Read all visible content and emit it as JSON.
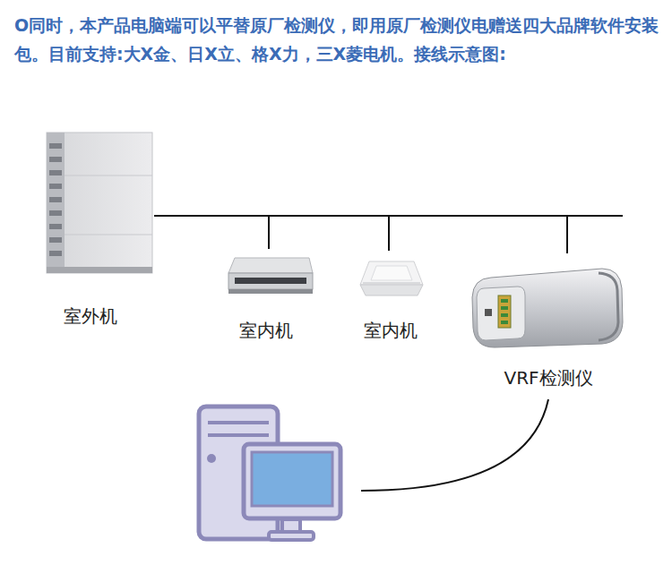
{
  "diagram": {
    "title": "O同时，本产品电脑端可以平替原厂检测仪，即用原厂检测仪电赠送四大品牌软件安装包。目前支持:大X金、日X立、格X力，三X菱电机。接线示意图:",
    "nodes": [
      {
        "text": [
          "室外机"
        ]
      },
      {
        "text": [
          "室内机"
        ]
      },
      {
        "text": [
          "室内机"
        ]
      },
      {
        "text": [
          "VRF检测仪"
        ]
      }
    ],
    "edges": [
      {
        "from": 0,
        "to": 1,
        "arrow": "none"
      },
      {
        "from": 0,
        "to": 2,
        "arrow": "none"
      },
      {
        "from": 0,
        "to": 3,
        "arrow": "none"
      }
    ]
  }
}
